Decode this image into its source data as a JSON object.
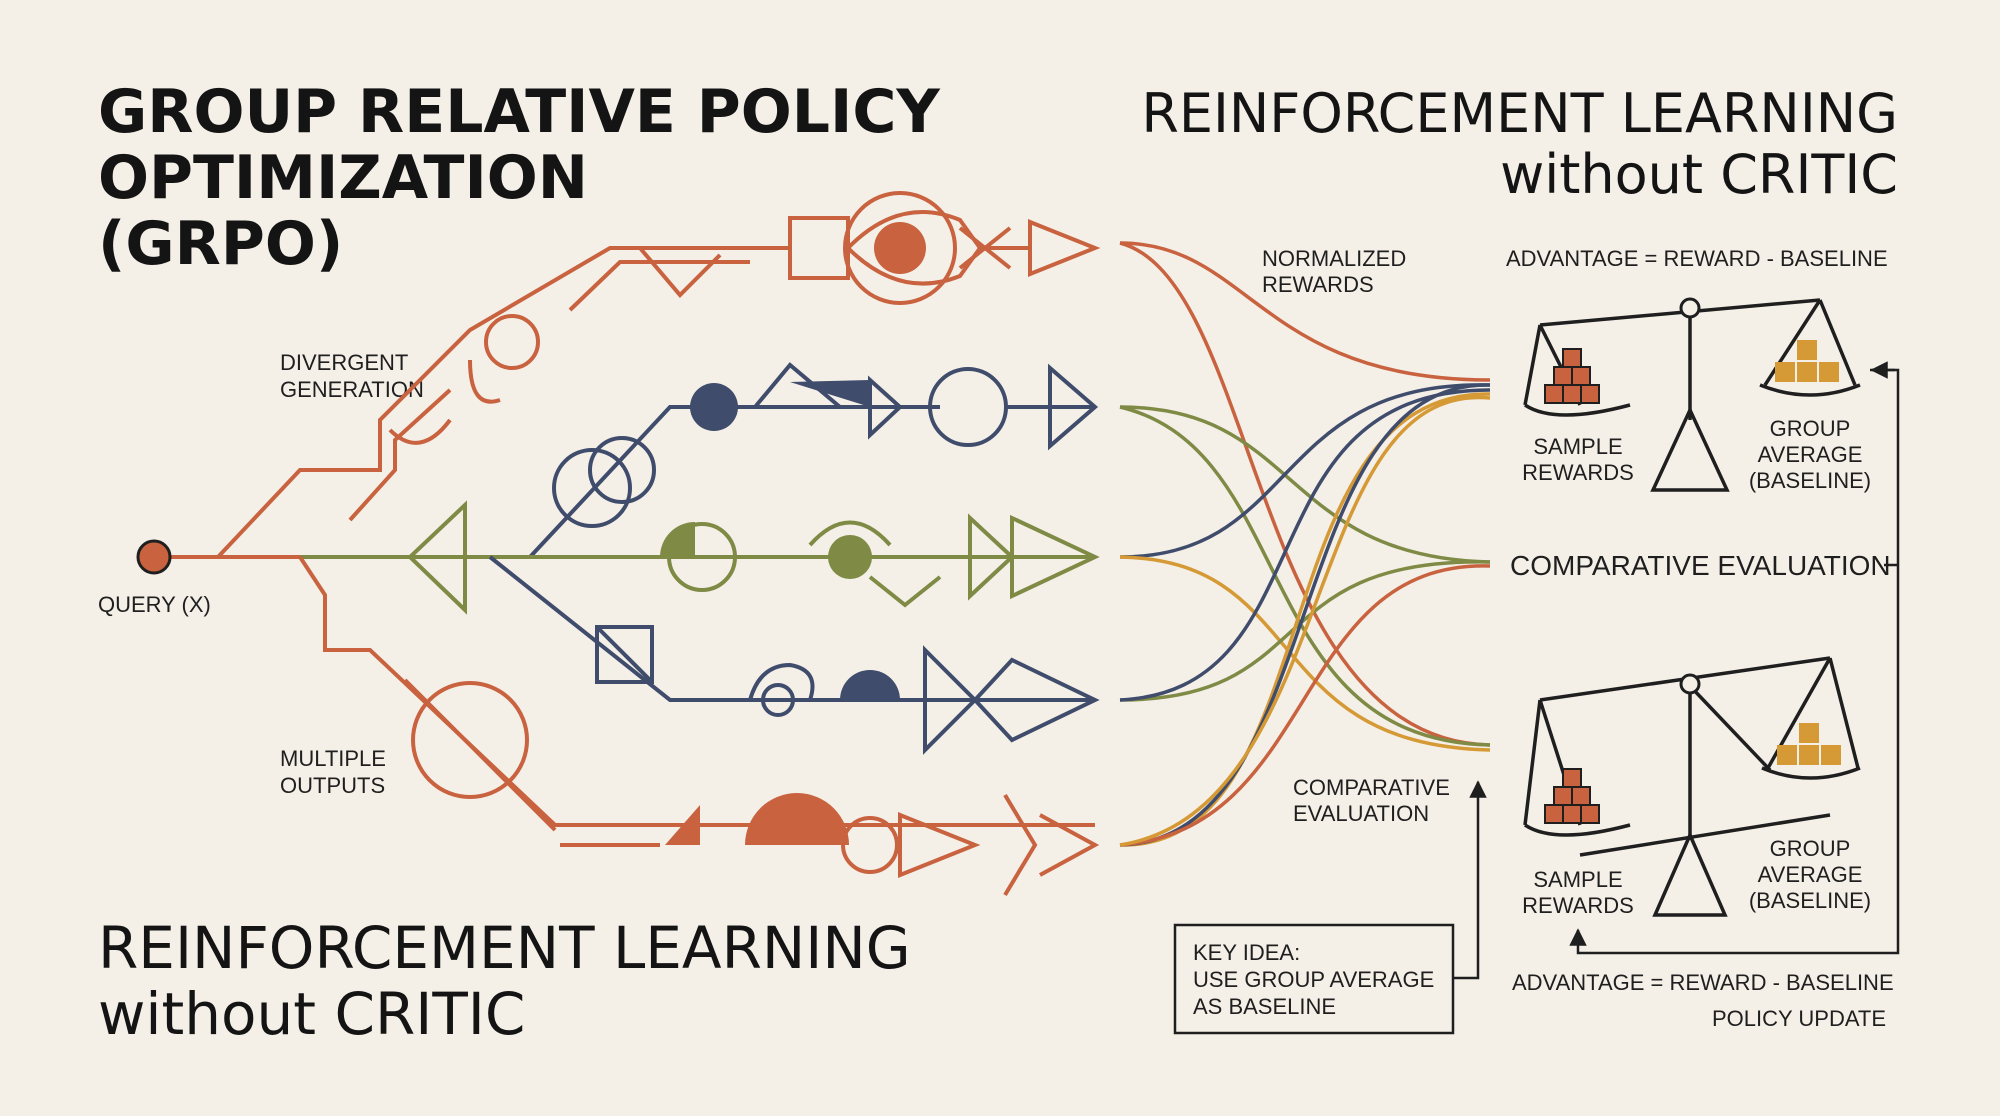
{
  "colors": {
    "background": "#f4efe7",
    "orange": "#c8623f",
    "olive": "#7f8a45",
    "navy": "#3f4c6b",
    "gold": "#d59a35",
    "ink": "#1f1f1f"
  },
  "titles": {
    "main_line1": "GROUP RELATIVE POLICY",
    "main_line2": "OPTIMIZATION",
    "main_line3": "(GRPO)",
    "top_right_line1": "REINFORCEMENT LEARNING",
    "top_right_line2": "without CRITIC",
    "bottom_left_line1": "REINFORCEMENT LEARNING",
    "bottom_left_line2": "without CRITIC"
  },
  "labels": {
    "query": "QUERY (X)",
    "divergent_line1": "DIVERGENT",
    "divergent_line2": "GENERATION",
    "multiple_line1": "MULTIPLE",
    "multiple_line2": "OUTPUTS",
    "normalized_line1": "NORMALIZED",
    "normalized_line2": "REWARDS",
    "comparative_mid": "COMPARATIVE EVALUATION",
    "comparative_low_line1": "COMPARATIVE",
    "comparative_low_line2": "EVALUATION",
    "advantage_top": "ADVANTAGE = REWARD - BASELINE",
    "advantage_bottom": "ADVANTAGE = REWARD - BASELINE",
    "policy_update": "POLICY UPDATE"
  },
  "scales": [
    {
      "sample_line1": "SAMPLE",
      "sample_line2": "REWARDS",
      "group_line1": "GROUP",
      "group_line2": "AVERAGE",
      "group_line3": "(BASELINE)"
    },
    {
      "sample_line1": "SAMPLE",
      "sample_line2": "REWARDS",
      "group_line1": "GROUP",
      "group_line2": "AVERAGE",
      "group_line3": "(BASELINE)"
    }
  ],
  "key_idea": {
    "line1": "KEY IDEA:",
    "line2": "USE GROUP AVERAGE",
    "line3": "AS BASELINE"
  }
}
